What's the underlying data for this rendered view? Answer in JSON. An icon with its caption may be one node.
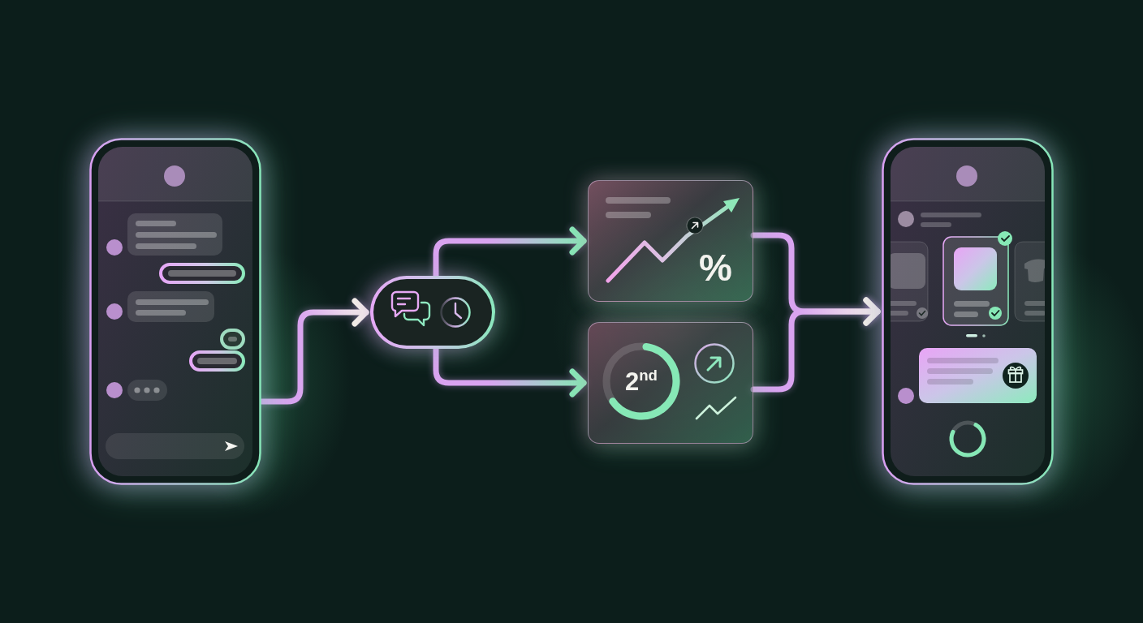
{
  "diagram": {
    "nodes": [
      {
        "text": [],
        "shape": "picture"
      },
      {
        "text": [],
        "shape": "pill"
      },
      {
        "text": [
          "%"
        ]
      },
      {
        "text": [
          "2$^{nd}$"
        ]
      },
      {
        "text": [],
        "shape": "picture"
      }
    ],
    "edges": [
      {
        "from": 0,
        "to": 1,
        "arrow": "to"
      },
      {
        "from": 1,
        "to": 2,
        "arrow": "to",
        "color": "#86e8b6"
      },
      {
        "from": 1,
        "to": 3,
        "arrow": "to",
        "color": "#86e8b6"
      },
      {
        "from": 2,
        "to": 4,
        "arrow": "to"
      },
      {
        "from": 3,
        "to": 4,
        "arrow": "to"
      }
    ]
  }
}
